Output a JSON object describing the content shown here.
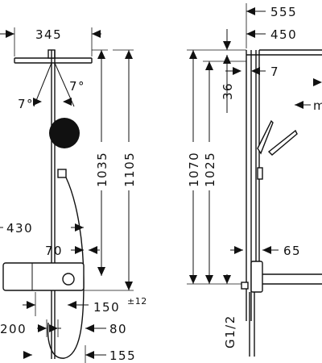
{
  "figure": {
    "left_view": {
      "labels": {
        "overall_height": "1105",
        "arm_height": "1035",
        "head_diameter": "345",
        "tilt_left": "7°",
        "tilt_right": "7°",
        "valve_width": "430",
        "bar_offset": "70",
        "wall_spacing": "150",
        "wall_spacing_tol": "±12",
        "lower_width": "200",
        "hose_offset": "80",
        "hose_loop": "155"
      }
    },
    "right_view": {
      "labels": {
        "arm_length_total": "555",
        "arm_length": "450",
        "arm_clearance": "7",
        "arm_drop": "36",
        "overall_height": "1070",
        "rail_height": "1025",
        "valve_depth": "65",
        "connection": "G1/2",
        "cut_label": "m"
      }
    }
  }
}
